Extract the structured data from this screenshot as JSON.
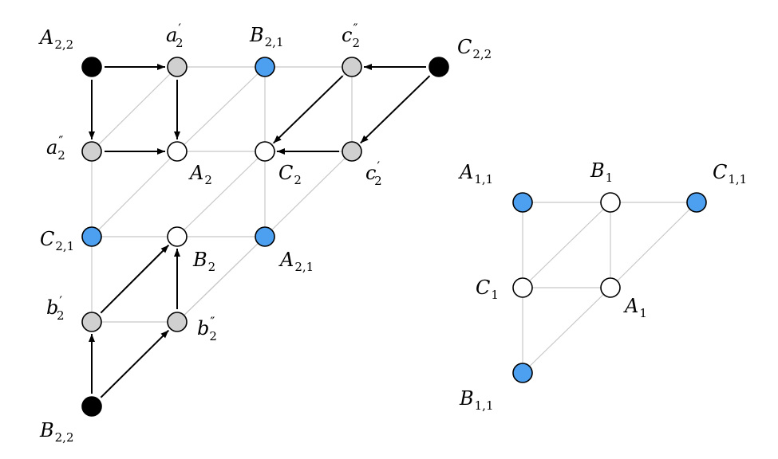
{
  "colors": {
    "black": "#000000",
    "gray": "#d0d0d0",
    "white": "#ffffff",
    "blue": "#4d9ff0",
    "edge": "#c8c8c8",
    "arrow": "#000000"
  },
  "labels": {
    "A22": {
      "base": "A",
      "sub": "2,2",
      "prime": ""
    },
    "a2p": {
      "base": "a",
      "sub": "2",
      "prime": "′"
    },
    "B21": {
      "base": "B",
      "sub": "2,1",
      "prime": ""
    },
    "c2pp": {
      "base": "c",
      "sub": "2",
      "prime": "″"
    },
    "C22": {
      "base": "C",
      "sub": "2,2",
      "prime": ""
    },
    "a2pp": {
      "base": "a",
      "sub": "2",
      "prime": "″"
    },
    "A2": {
      "base": "A",
      "sub": "2",
      "prime": ""
    },
    "C2": {
      "base": "C",
      "sub": "2",
      "prime": ""
    },
    "c2p": {
      "base": "c",
      "sub": "2",
      "prime": "′"
    },
    "C21": {
      "base": "C",
      "sub": "2,1",
      "prime": ""
    },
    "B2": {
      "base": "B",
      "sub": "2",
      "prime": ""
    },
    "A21": {
      "base": "A",
      "sub": "2,1",
      "prime": ""
    },
    "b2p": {
      "base": "b",
      "sub": "2",
      "prime": "′"
    },
    "b2pp": {
      "base": "b",
      "sub": "2",
      "prime": "″"
    },
    "B22": {
      "base": "B",
      "sub": "2,2",
      "prime": ""
    },
    "A11": {
      "base": "A",
      "sub": "1,1",
      "prime": ""
    },
    "B1": {
      "base": "B",
      "sub": "1",
      "prime": ""
    },
    "C11": {
      "base": "C",
      "sub": "1,1",
      "prime": ""
    },
    "C1": {
      "base": "C",
      "sub": "1",
      "prime": ""
    },
    "A1": {
      "base": "A",
      "sub": "1",
      "prime": ""
    },
    "B11": {
      "base": "B",
      "sub": "1,1",
      "prime": ""
    }
  },
  "nodes": [
    {
      "id": "A22",
      "fill": "black"
    },
    {
      "id": "a2p",
      "fill": "gray"
    },
    {
      "id": "B21",
      "fill": "blue"
    },
    {
      "id": "c2pp",
      "fill": "gray"
    },
    {
      "id": "C22",
      "fill": "black"
    },
    {
      "id": "a2pp",
      "fill": "gray"
    },
    {
      "id": "A2",
      "fill": "white"
    },
    {
      "id": "C2",
      "fill": "white"
    },
    {
      "id": "c2p",
      "fill": "gray"
    },
    {
      "id": "C21",
      "fill": "blue"
    },
    {
      "id": "B2",
      "fill": "white"
    },
    {
      "id": "A21",
      "fill": "blue"
    },
    {
      "id": "b2p",
      "fill": "gray"
    },
    {
      "id": "b2pp",
      "fill": "gray"
    },
    {
      "id": "B22",
      "fill": "black"
    },
    {
      "id": "A11",
      "fill": "blue"
    },
    {
      "id": "B1",
      "fill": "white"
    },
    {
      "id": "C11",
      "fill": "blue"
    },
    {
      "id": "C1",
      "fill": "white"
    },
    {
      "id": "A1",
      "fill": "white"
    },
    {
      "id": "B11",
      "fill": "blue"
    }
  ],
  "edges": [
    [
      "a2p",
      "B21"
    ],
    [
      "B21",
      "c2pp"
    ],
    [
      "c2pp",
      "c2p"
    ],
    [
      "B21",
      "C2"
    ],
    [
      "A2",
      "C2"
    ],
    [
      "C2",
      "c2p"
    ],
    [
      "a2pp",
      "C21"
    ],
    [
      "C21",
      "b2p"
    ],
    [
      "C21",
      "B2"
    ],
    [
      "B2",
      "A21"
    ],
    [
      "b2p",
      "b2pp"
    ],
    [
      "b2pp",
      "A21"
    ],
    [
      "C2",
      "A21"
    ],
    [
      "a2p",
      "a2pp"
    ],
    [
      "B21",
      "A2"
    ],
    [
      "c2pp",
      "C2"
    ],
    [
      "A2",
      "C21"
    ],
    [
      "C2",
      "B2"
    ],
    [
      "c2p",
      "A21"
    ],
    [
      "A21",
      "b2pp"
    ],
    [
      "A11",
      "B1"
    ],
    [
      "B1",
      "C11"
    ],
    [
      "A11",
      "C1"
    ],
    [
      "C1",
      "A1"
    ],
    [
      "B1",
      "A1"
    ],
    [
      "C1",
      "B11"
    ],
    [
      "B1",
      "C1"
    ],
    [
      "C11",
      "A1"
    ],
    [
      "A1",
      "B11"
    ]
  ],
  "arrows": [
    [
      "A22",
      "a2p"
    ],
    [
      "A22",
      "a2pp"
    ],
    [
      "a2p",
      "A2"
    ],
    [
      "a2pp",
      "A2"
    ],
    [
      "C22",
      "c2pp"
    ],
    [
      "C22",
      "c2p"
    ],
    [
      "c2pp",
      "C2"
    ],
    [
      "c2p",
      "C2"
    ],
    [
      "B22",
      "b2p"
    ],
    [
      "B22",
      "b2pp"
    ],
    [
      "b2p",
      "B2"
    ],
    [
      "b2pp",
      "B2"
    ]
  ]
}
